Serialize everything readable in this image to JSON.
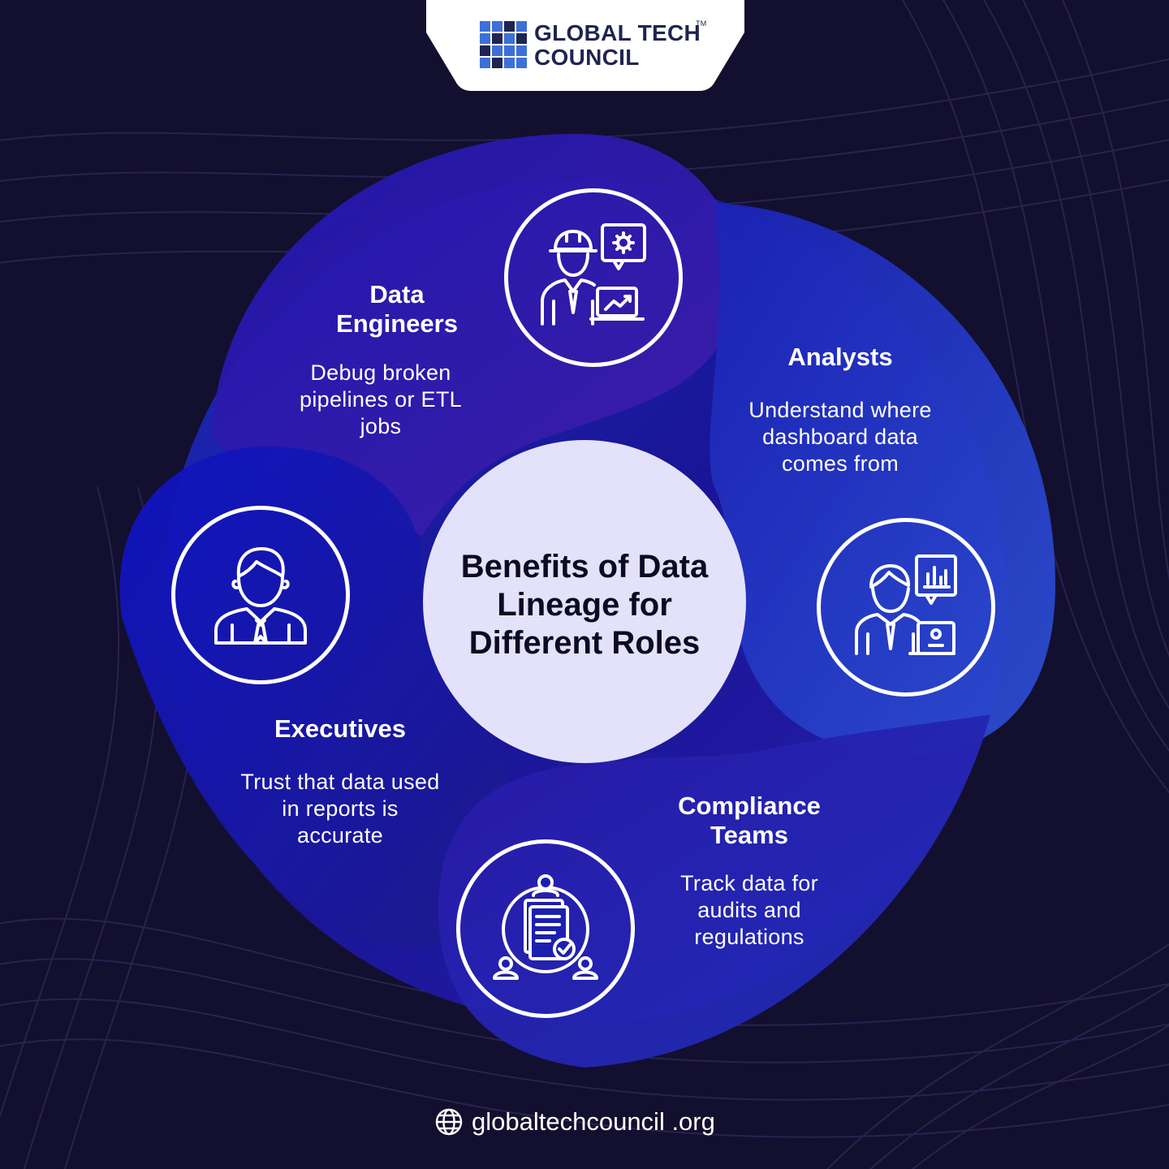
{
  "brand": {
    "name_line1": "GLOBAL TECH",
    "name_line2": "COUNCIL",
    "trademark": "TM",
    "logo_colors": [
      "#3d6fd8",
      "#1f2453"
    ]
  },
  "center": {
    "title": "Benefits of Data Lineage for Different Roles"
  },
  "roles": [
    {
      "title": "Data Engineers",
      "description": "Debug broken pipelines or ETL jobs",
      "icon": "engineer-with-laptop-icon"
    },
    {
      "title": "Analysts",
      "description": "Understand where dashboard data comes from",
      "icon": "analyst-with-chart-icon"
    },
    {
      "title": "Compliance Teams",
      "description": "Track data for audits and regulations",
      "icon": "compliance-document-icon"
    },
    {
      "title": "Executives",
      "description": "Trust that data used in reports is accurate",
      "icon": "executive-person-icon"
    }
  ],
  "footer": {
    "website": "globaltechcouncil .org",
    "icon": "globe-icon"
  },
  "colors": {
    "background": "#130f2e",
    "blob_primary": "#1b1fb8",
    "blob_violet": "#3a1aa8",
    "center_fill": "#e4e2fb",
    "text": "#ffffff"
  }
}
